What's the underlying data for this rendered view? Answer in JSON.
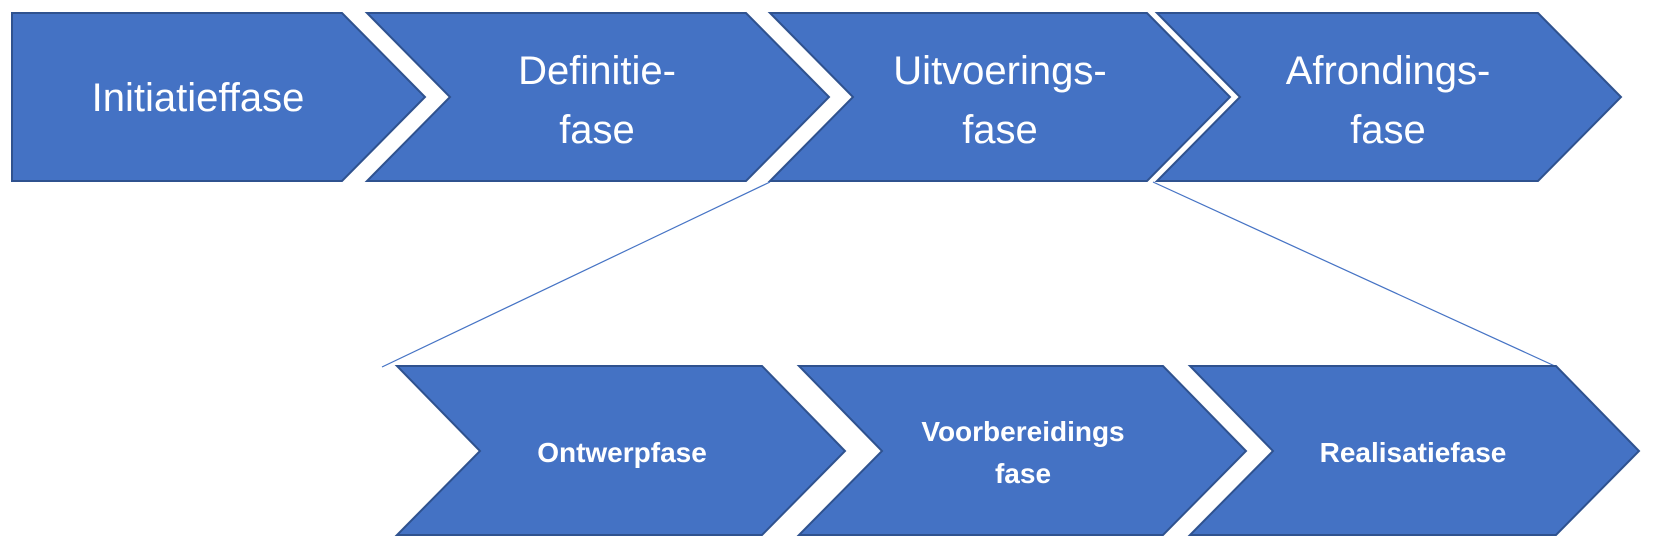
{
  "colors": {
    "shape_fill": "#4472c4",
    "shape_border": "#2f528f",
    "text": "#ffffff",
    "connector": "#4472c4"
  },
  "main_phases": [
    {
      "lines": [
        "Initiatieffase"
      ]
    },
    {
      "lines": [
        "Definitie-",
        "fase"
      ]
    },
    {
      "lines": [
        "Uitvoerings-",
        "fase"
      ]
    },
    {
      "lines": [
        "Afrondings-",
        "fase"
      ]
    }
  ],
  "sub_phases": [
    {
      "lines": [
        "Ontwerpfase"
      ]
    },
    {
      "lines": [
        "Voorbereidings",
        "fase"
      ]
    },
    {
      "lines": [
        "Realisatiefase"
      ]
    }
  ]
}
